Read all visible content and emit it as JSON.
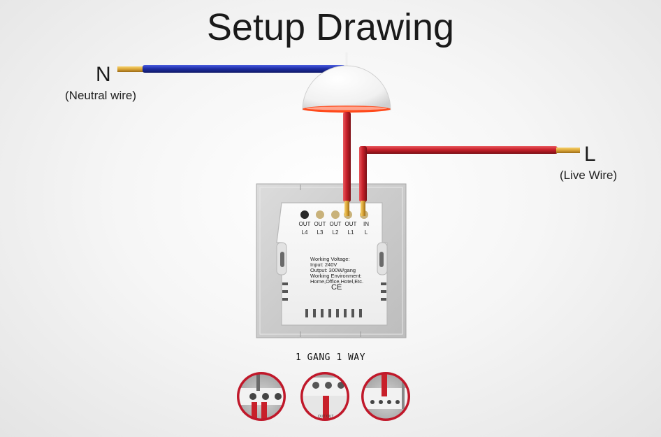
{
  "title": "Setup Drawing",
  "neutral": {
    "letter": "N",
    "caption": "(Neutral wire)"
  },
  "live": {
    "letter": "L",
    "caption": "(Live Wire)"
  },
  "terminals": [
    {
      "out": "OUT",
      "label": "L4"
    },
    {
      "out": "OUT",
      "label": "L3"
    },
    {
      "out": "OUT",
      "label": "L2"
    },
    {
      "out": "OUT",
      "label": "L1"
    },
    {
      "out": "IN",
      "label": "L"
    }
  ],
  "spec_lines": [
    "Working Voltage:",
    "Input: 240V",
    "Output: 300W/gang",
    "Working Environment:",
    "Home,Office,Hotel,Etc."
  ],
  "ce_mark": "CE",
  "gang_label": "1 GANG 1 WAY",
  "detail_label": "OUT OUT",
  "colors": {
    "neutral_wire": "#1f2fa8",
    "live_wire": "#c8202a",
    "copper": "#d9a437",
    "lamp_rim": "#ff4a1c",
    "detail_ring": "#c0182a"
  }
}
